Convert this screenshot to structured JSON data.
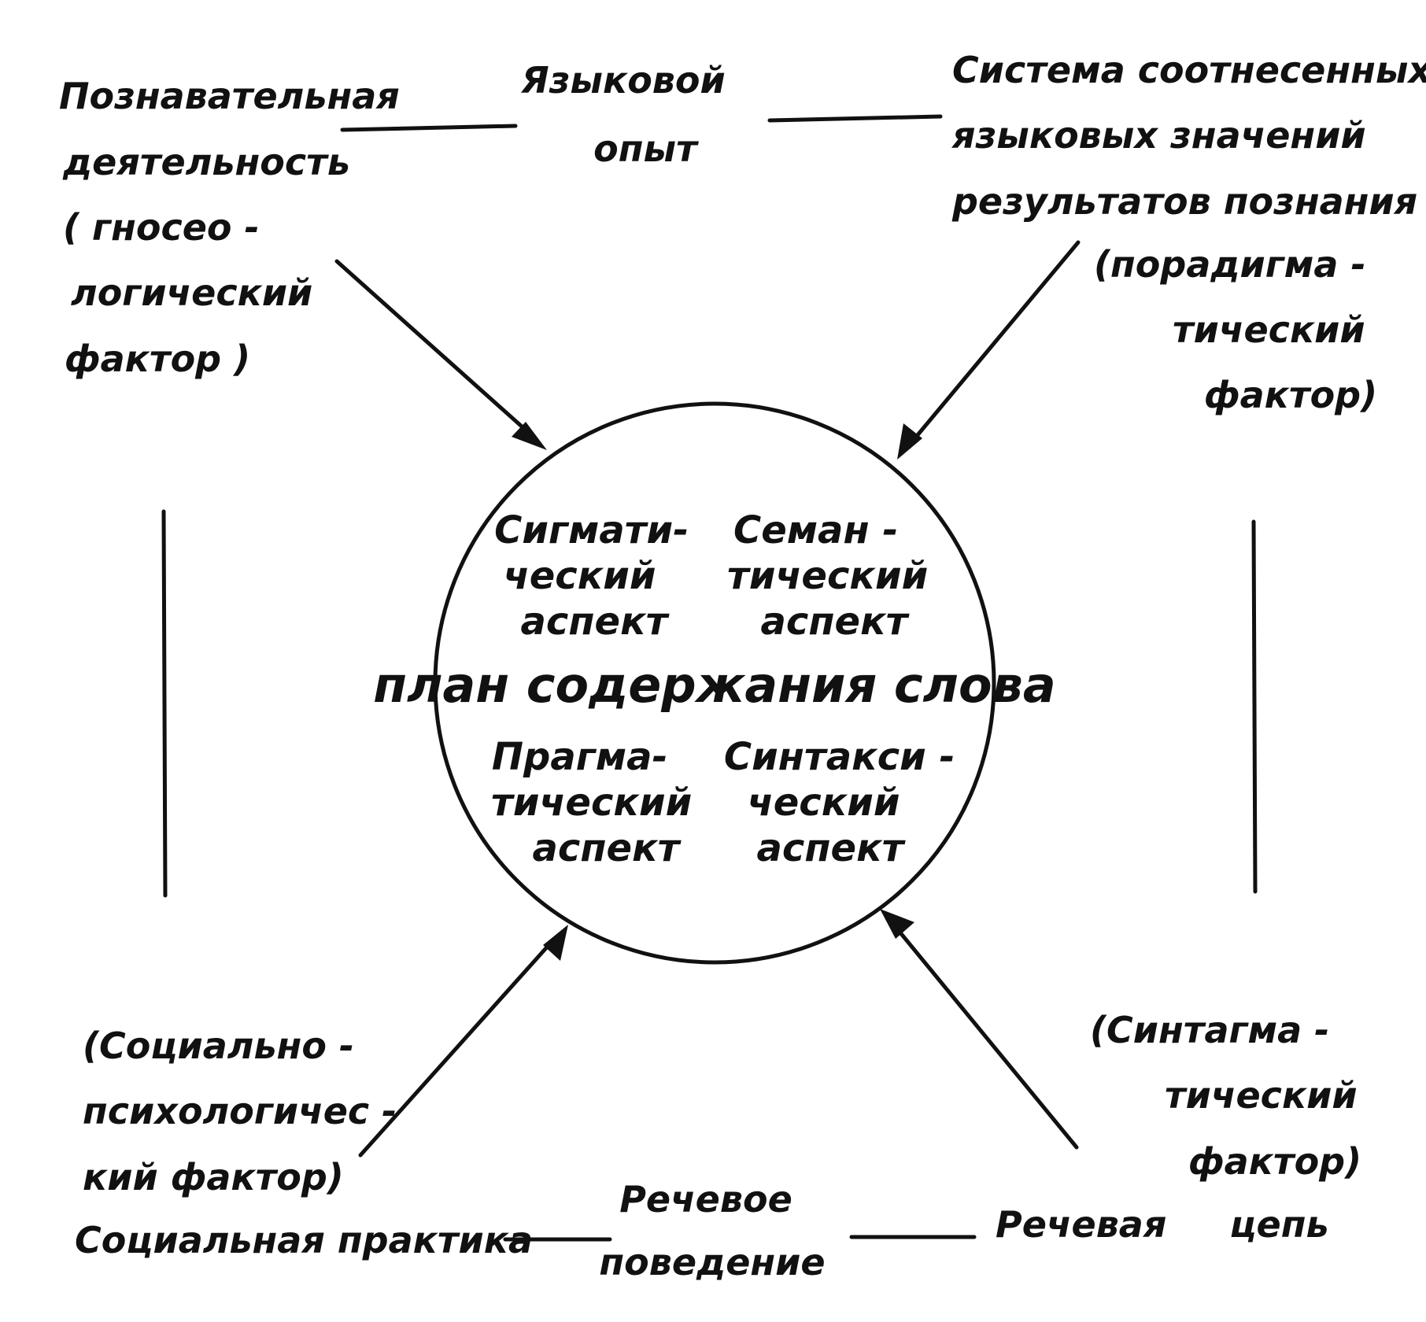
{
  "center": {
    "title": "план содержания слова",
    "aspects": {
      "sigmatic": [
        "Сигмати-",
        "ческий",
        "аспект"
      ],
      "semantic": [
        "Семан -",
        "тический",
        "аспект"
      ],
      "pragmatic": [
        "Прагма-",
        "тический",
        "аспект"
      ],
      "syntactic": [
        "Синтакси -",
        "ческий",
        "аспект"
      ]
    }
  },
  "top_left": [
    "Познавательная",
    "деятельность",
    "( гносео -",
    "логический",
    "фактор )"
  ],
  "top_center": [
    "Языковой",
    "опыт"
  ],
  "top_right": [
    "Система соотнесенных",
    "языковых     значений",
    "результатов познания",
    "(порадигма -",
    "тический",
    "фактор)"
  ],
  "bottom_left": [
    "(Социально -",
    "психологичес -",
    "кий фактор)",
    "Социальная практика"
  ],
  "bottom_center": [
    "Речевое",
    "поведение"
  ],
  "bottom_right": [
    "(Синтагма -",
    "тический",
    "фактор)",
    "Речевая     цепь"
  ]
}
